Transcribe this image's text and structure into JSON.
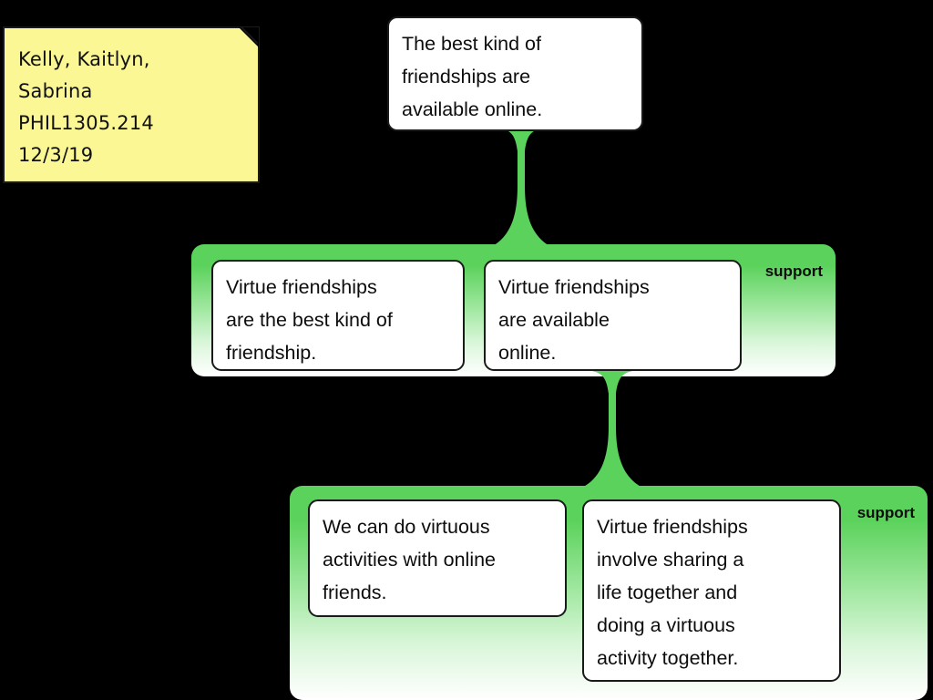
{
  "document": {
    "type": "argument-map",
    "background_color": "#000000"
  },
  "sticky_note": {
    "name": "header-note",
    "text": "Kelly, Kaitlyn,\nSabrina\nPHIL1305.214\n12/3/19",
    "lines": [
      "Kelly, Kaitlyn,",
      "Sabrina",
      "PHIL1305.214",
      "12/3/19"
    ],
    "background_color": "#FAF794",
    "border_color": "#1A1A1A"
  },
  "claim": {
    "label": "The best kind of friendships are available online.",
    "text": "The best kind of\nfriendships are\navailable online."
  },
  "groups": [
    {
      "id": "support-group-1",
      "relation_label": "support",
      "accent_color": "#5BD25B",
      "premises": [
        {
          "id": "premise-1",
          "label": "Virtue friendships are the best kind of friendship.",
          "text": "Virtue friendships\nare the best kind of\nfriendship."
        },
        {
          "id": "premise-2",
          "label": "Virtue friendships are available online.",
          "text": "Virtue friendships\nare available\nonline."
        }
      ]
    },
    {
      "id": "support-group-2",
      "relation_label": "support",
      "accent_color": "#5BD25B",
      "premises": [
        {
          "id": "premise-3",
          "label": "We can do virtuous activities with online friends.",
          "text": "We can do virtuous\nactivities with online\nfriends."
        },
        {
          "id": "premise-4",
          "label": "Virtue friendships involve sharing a life together and doing a virtuous activity together.",
          "text": "Virtue friendships\ninvolve sharing a\nlife together and\ndoing a virtuous\nactivity together."
        }
      ]
    }
  ],
  "connectors": [
    {
      "id": "connector-claim-to-group1",
      "from": "claim",
      "to": "support-group-1",
      "color": "#5BD25B"
    },
    {
      "id": "connector-premise2-to-group2",
      "from": "premise-2",
      "to": "support-group-2",
      "color": "#5BD25B"
    }
  ]
}
